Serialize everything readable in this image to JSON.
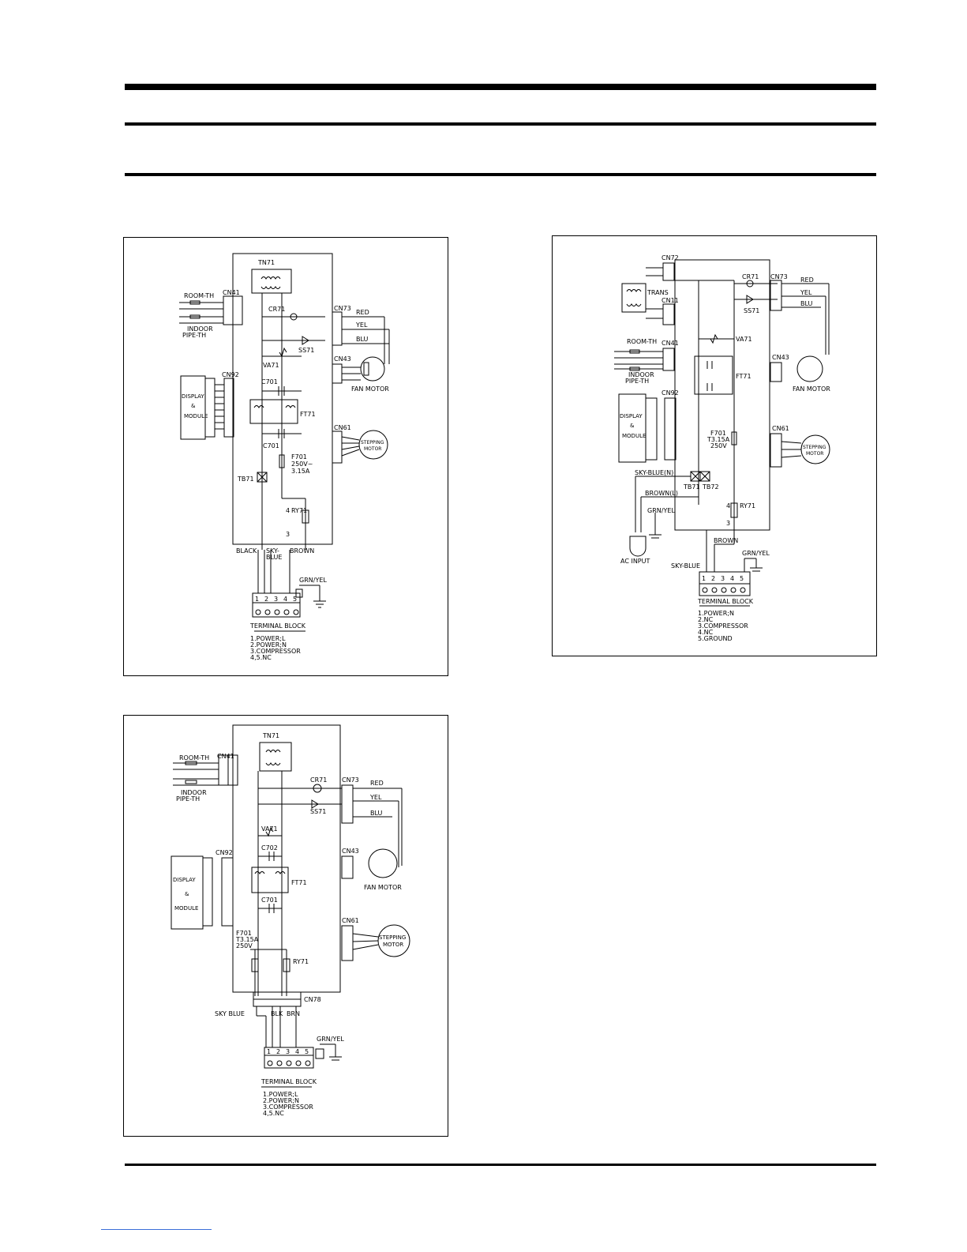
{
  "diagram_a": {
    "connectors": {
      "cn41": "CN41",
      "cn92": "CN92",
      "cn73": "CN73",
      "cn43": "CN43",
      "cn61": "CN61"
    },
    "parts": {
      "tn71": "TN71",
      "cr71": "CR71",
      "ss71": "SS71",
      "va71": "VA71",
      "c701_top": "C701",
      "ft71": "FT71",
      "c701_bottom": "C701",
      "f701": "F701",
      "f701_rating_1": "250V~",
      "f701_rating_2": "3.15A",
      "tb71": "TB71",
      "ry71": "RY71",
      "ry71_pin4": "4",
      "ry71_pin3": "3"
    },
    "sensors": {
      "room_th": "ROOM-TH",
      "indoor": "INDOOR",
      "pipe_th": "PIPE-TH"
    },
    "display_module": {
      "line1": "DISPLAY",
      "line2": "&",
      "line3": "MODULE"
    },
    "wires": {
      "red": "RED",
      "yel": "YEL",
      "blu": "BLU",
      "black": "BLACK",
      "sky_1": "SKY-",
      "sky_2": "BLUE",
      "brown": "BROWN",
      "grn_yel": "GRN/YEL"
    },
    "motors": {
      "fan_motor": "FAN MOTOR",
      "stepping_1": "STEPPING",
      "stepping_2": "MOTOR"
    },
    "terminal_block": {
      "title": "TERMINAL BLOCK",
      "numbers": [
        "1",
        "2",
        "3",
        "4",
        "5"
      ],
      "legend": [
        "1.POWER;L",
        "2.POWER;N",
        "3.COMPRESSOR",
        "4,5.NC"
      ]
    }
  },
  "diagram_b": {
    "connectors": {
      "cn72": "CN72",
      "cn11": "CN11",
      "cn41": "CN41",
      "cn92": "CN92",
      "cn73": "CN73",
      "cn43": "CN43",
      "cn61": "CN61"
    },
    "parts": {
      "trans": "TRANS",
      "cr71": "CR71",
      "ss71": "SS71",
      "va71": "VA71",
      "ft71": "FT71",
      "f701": "F701",
      "f701_rating_1": "T3.15A",
      "f701_rating_2": "250V",
      "tb71": "TB71",
      "tb72": "TB72",
      "ry71": "RY71",
      "ry71_pin4": "4",
      "ry71_pin3": "3"
    },
    "sensors": {
      "room_th": "ROOM-TH",
      "indoor": "INDOOR",
      "pipe_th": "PIPE-TH"
    },
    "display_module": {
      "line1": "DISPLAY",
      "line2": "&",
      "line3": "MODULE"
    },
    "wires": {
      "red": "RED",
      "yel": "YEL",
      "blu": "BLU",
      "sky_blue_n": "SKY-BLUE(N)",
      "brown_l": "BROWN(L)",
      "grn_yel_plug": "GRN/YEL",
      "brown": "BROWN",
      "grn_yel": "GRN/YEL",
      "sky_blue": "SKY-BLUE"
    },
    "ac_input": "AC INPUT",
    "motors": {
      "fan_motor": "FAN MOTOR",
      "stepping_1": "STEPPING",
      "stepping_2": "MOTOR"
    },
    "terminal_block": {
      "title": "TERMINAL BLOCK",
      "numbers": [
        "1",
        "2",
        "3",
        "4",
        "5"
      ],
      "legend": [
        "1.POWER;N",
        "2.NC",
        "3.COMPRESSOR",
        "4.NC",
        "5.GROUND"
      ]
    }
  },
  "diagram_c": {
    "connectors": {
      "cn41": "CN41",
      "cn92": "CN92",
      "cn73": "CN73",
      "cn43": "CN43",
      "cn61": "CN61",
      "cn78": "CN78"
    },
    "parts": {
      "tn71": "TN71",
      "cr71": "CR71",
      "ss71": "SS71",
      "va71": "VA71",
      "c702": "C702",
      "ft71": "FT71",
      "c701": "C701",
      "f701": "F701",
      "f701_rating_1": "T3.15A",
      "f701_rating_2": "250V",
      "ry71": "RY71"
    },
    "sensors": {
      "room_th": "ROOM-TH",
      "indoor": "INDOOR",
      "pipe_th": "PIPE-TH"
    },
    "display_module": {
      "line1": "DISPLAY",
      "line2": "&",
      "line3": "MODULE"
    },
    "wires": {
      "red": "RED",
      "yel": "YEL",
      "blu": "BLU",
      "sky_blue": "SKY BLUE",
      "blk": "BLK",
      "brn": "BRN",
      "grn_yel": "GRN/YEL"
    },
    "motors": {
      "fan_motor": "FAN MOTOR",
      "stepping_1": "STEPPING",
      "stepping_2": "MOTOR"
    },
    "terminal_block": {
      "title": "TERMINAL BLOCK",
      "numbers": [
        "1",
        "2",
        "3",
        "4",
        "5"
      ],
      "legend": [
        "1.POWER;L",
        "2.POWER;N",
        "3.COMPRESSOR",
        "4,5.NC"
      ]
    }
  }
}
